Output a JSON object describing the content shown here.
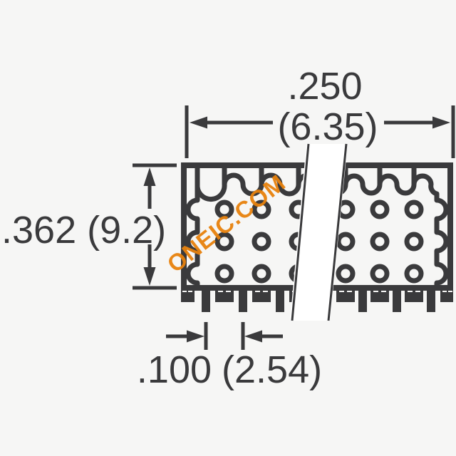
{
  "diagram": {
    "type": "technical-dimension-drawing",
    "component": "socket-strip-front-view-with-break",
    "dimensions": {
      "top": {
        "inches": ".250",
        "mm": "(6.35)"
      },
      "left": {
        "label": ".362 (9.2)"
      },
      "bottom": {
        "inches": ".100",
        "mm": "(2.54)"
      }
    },
    "watermark": {
      "text": "ONEIC.COM",
      "color": "#E8820D"
    },
    "colors": {
      "line": "#3A3A3C",
      "background": "#F6F6F5",
      "break_band": "#FFFFFF"
    },
    "features": {
      "hole_rows": 3,
      "hole_columns": 6,
      "break_lines": 2
    }
  }
}
